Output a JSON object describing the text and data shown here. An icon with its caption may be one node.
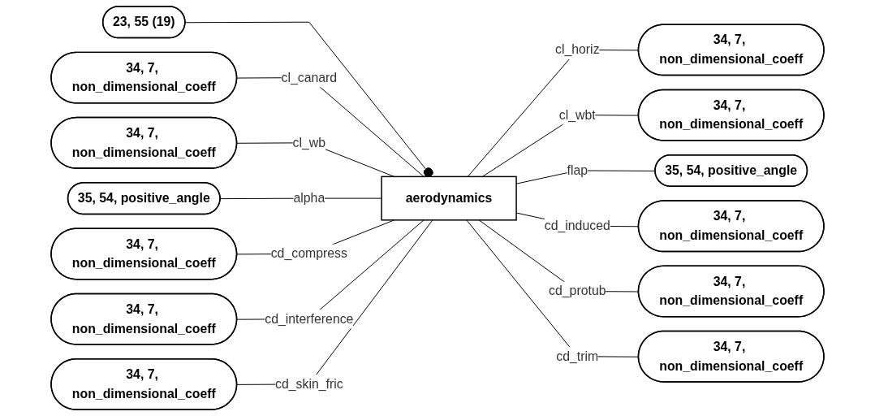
{
  "diagram": {
    "nodes": [
      {
        "text": [
          "23, 55 (19)"
        ]
      },
      {
        "text": [
          "aerodynamics"
        ]
      },
      {
        "text": [
          "34, 7, non_dimensional_coeff"
        ]
      },
      {
        "text": [
          "34, 7, non_dimensional_coeff"
        ]
      },
      {
        "text": [
          "35, 54, positive_angle"
        ]
      },
      {
        "text": [
          "34, 7, non_dimensional_coeff"
        ]
      },
      {
        "text": [
          "34, 7, non_dimensional_coeff"
        ]
      },
      {
        "text": [
          "34, 7, non_dimensional_coeff"
        ]
      },
      {
        "text": [
          "34, 7, non_dimensional_coeff"
        ]
      },
      {
        "text": [
          "34, 7, non_dimensional_coeff"
        ]
      },
      {
        "text": [
          "35, 54, positive_angle"
        ]
      },
      {
        "text": [
          "34, 7, non_dimensional_coeff"
        ]
      },
      {
        "text": [
          "34, 7, non_dimensional_coeff"
        ]
      },
      {
        "text": [
          "34, 7, non_dimensional_coeff"
        ]
      }
    ],
    "edges": [
      {
        "from": 0,
        "to": 1,
        "arrow": "other"
      },
      {
        "from": 2,
        "to": 1,
        "arrow": "none",
        "label": "cl_canard"
      },
      {
        "from": 3,
        "to": 1,
        "arrow": "none",
        "label": "cl_wb"
      },
      {
        "from": 4,
        "to": 1,
        "arrow": "none",
        "label": "alpha"
      },
      {
        "from": 5,
        "to": 1,
        "arrow": "none",
        "label": "cd_compress"
      },
      {
        "from": 6,
        "to": 1,
        "arrow": "none",
        "label": "cd_interference"
      },
      {
        "from": 7,
        "to": 1,
        "arrow": "none",
        "label": "cd_skin_fric"
      },
      {
        "from": 1,
        "to": 8,
        "arrow": "none",
        "label": "cl_horiz"
      },
      {
        "from": 1,
        "to": 9,
        "arrow": "none",
        "label": "cl_wbt"
      },
      {
        "from": 1,
        "to": 10,
        "arrow": "none",
        "label": "flap"
      },
      {
        "from": 1,
        "to": 11,
        "arrow": "none",
        "label": "cd_induced"
      },
      {
        "from": 1,
        "to": 12,
        "arrow": "none",
        "label": "cd_protub"
      },
      {
        "from": 1,
        "to": 13,
        "arrow": "none",
        "label": "cd_trim"
      }
    ]
  }
}
